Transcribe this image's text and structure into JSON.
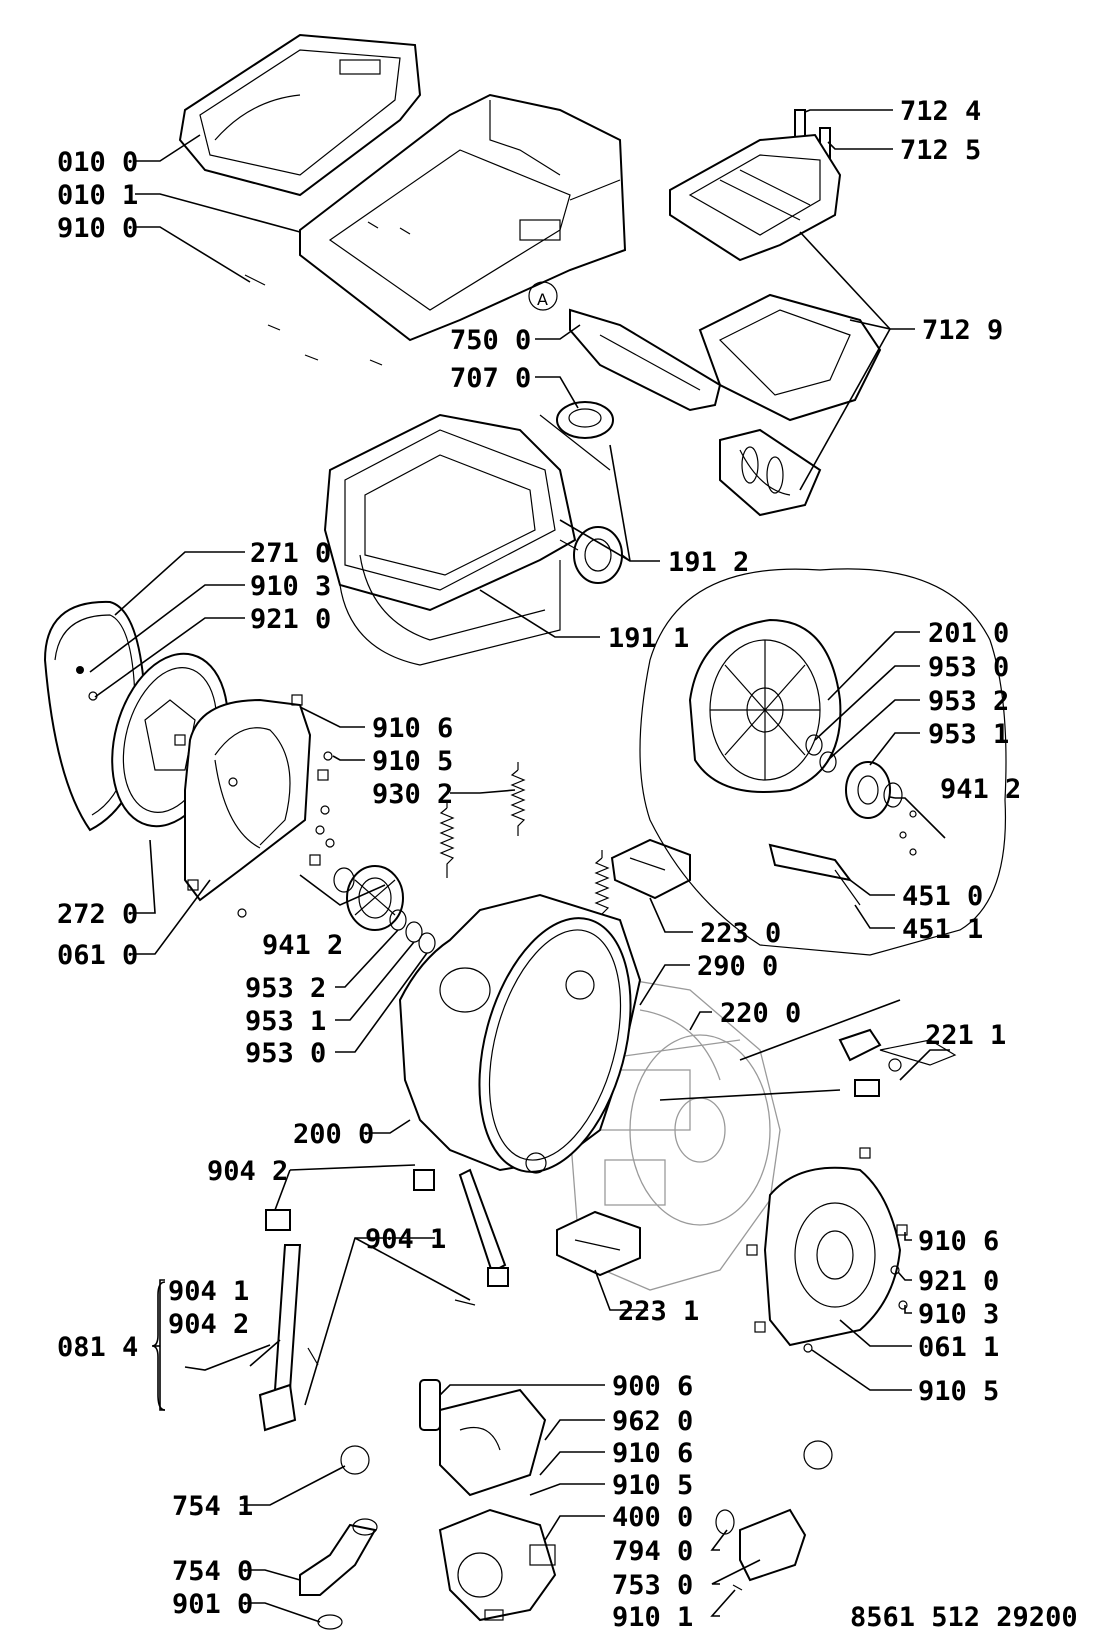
{
  "labels": {
    "l0100": "010 0",
    "l0101": "010 1",
    "l9100": "910 0",
    "l7124": "712 4",
    "l7125": "712 5",
    "l7129": "712 9",
    "l7500": "750 0",
    "l7070": "707 0",
    "l1912": "191 2",
    "l1911": "191 1",
    "l2710": "271 0",
    "l9103a": "910 3",
    "l9210a": "921 0",
    "l9106a": "910 6",
    "l9105a": "910 5",
    "l9302": "930 2",
    "l2720": "272 0",
    "l0610": "061 0",
    "l9412a": "941 2",
    "l9532a": "953 2",
    "l9531a": "953 1",
    "l9530a": "953 0",
    "l2010": "201 0",
    "l9530b": "953 0",
    "l9532b": "953 2",
    "l9531b": "953 1",
    "l9412b": "941 2",
    "l4510": "451 0",
    "l4511": "451 1",
    "l2230": "223 0",
    "l2900": "290 0",
    "l2200": "220 0",
    "l2211": "221 1",
    "l2000": "200 0",
    "l9042a": "904 2",
    "l9041a": "904 1",
    "l0814": "081 4",
    "l9041b": "904 1",
    "l9042b": "904 2",
    "l2231": "223 1",
    "l9106b": "910 6",
    "l9210b": "921 0",
    "l9103b": "910 3",
    "l0611": "061 1",
    "l9105b": "910 5",
    "l9006": "900 6",
    "l9620": "962 0",
    "l9106c": "910 6",
    "l9105c": "910 5",
    "l4000": "400 0",
    "l7941": "794 0",
    "l7530": "753 0",
    "l9101": "910 1",
    "l7541": "754 1",
    "l7540": "754 0",
    "l9010": "901 0",
    "callout_a": "A",
    "drawing_code": "8561 512 29200"
  }
}
